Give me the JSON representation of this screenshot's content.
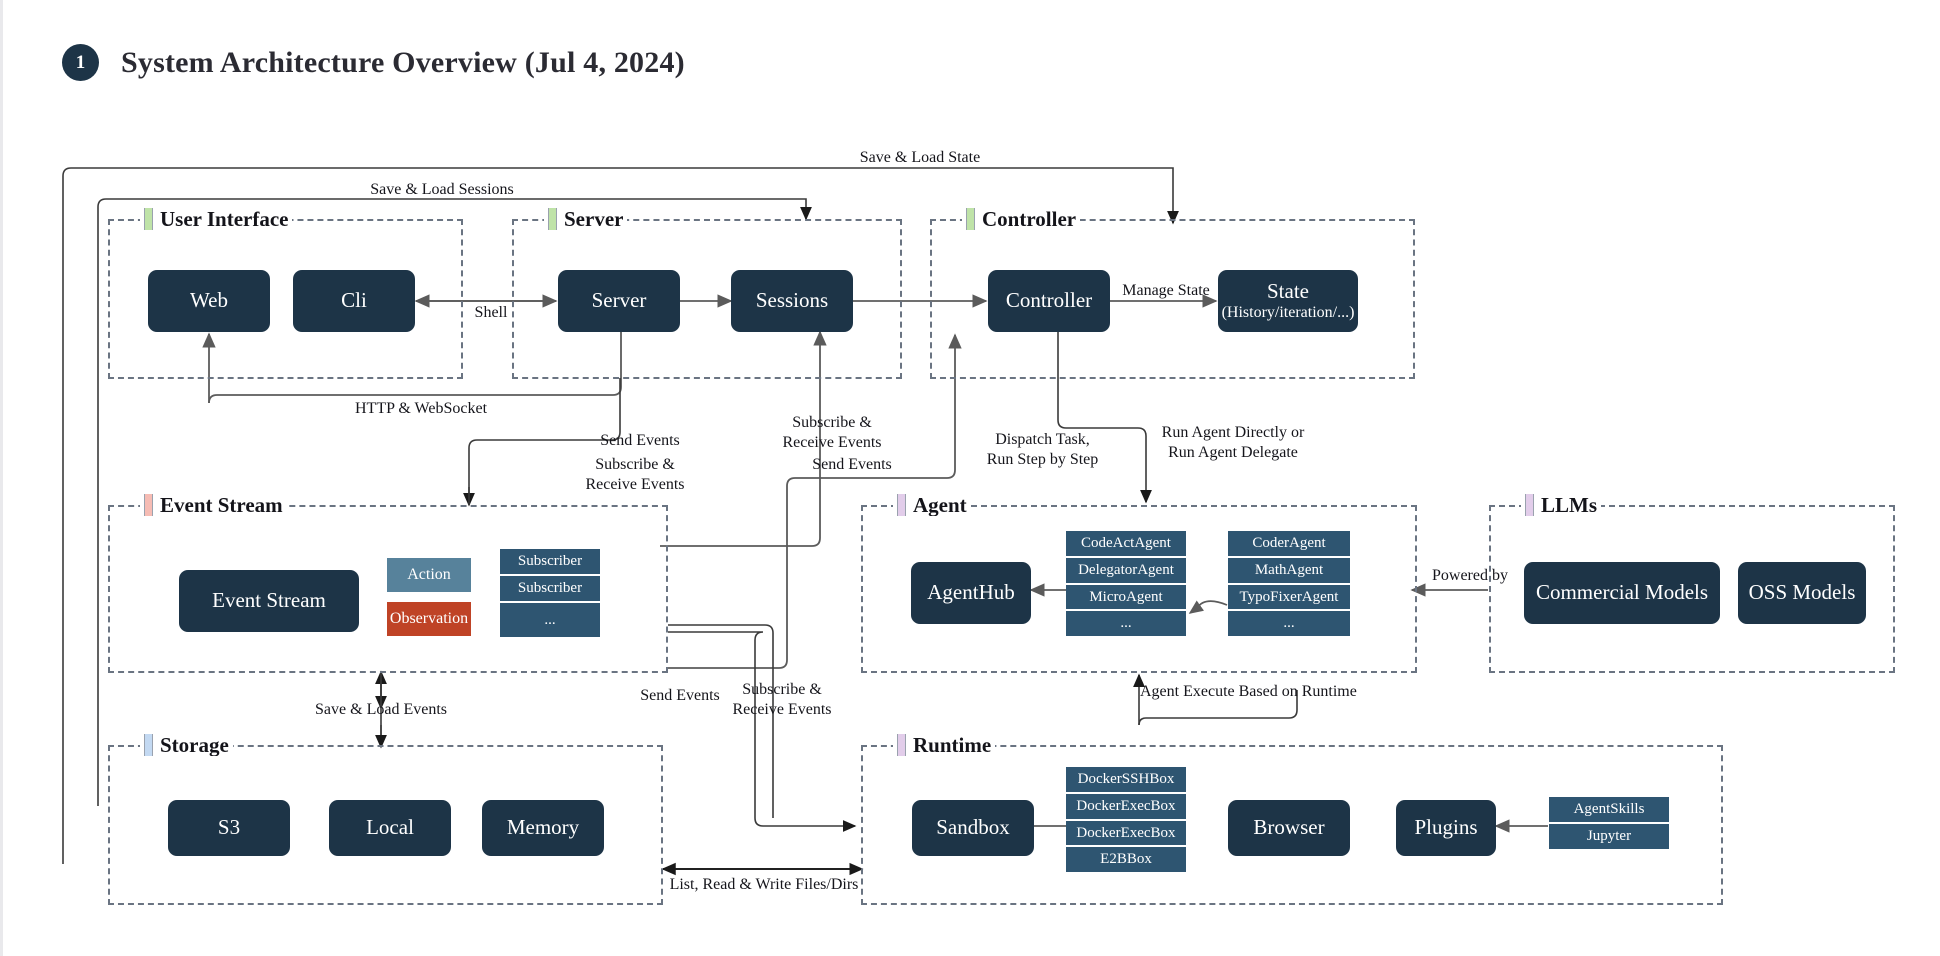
{
  "slide": {
    "number": "1",
    "title": "System Architecture Overview (Jul 4, 2024)"
  },
  "groups": {
    "user_interface": {
      "label": "User Interface",
      "tick_color": "#bfe3a8"
    },
    "server": {
      "label": "Server",
      "tick_color": "#bfe3a8"
    },
    "controller": {
      "label": "Controller",
      "tick_color": "#bfe3a8"
    },
    "event_stream": {
      "label": "Event Stream",
      "tick_color": "#f6bcb4"
    },
    "agent": {
      "label": "Agent",
      "tick_color": "#e2cdea"
    },
    "llms": {
      "label": "LLMs",
      "tick_color": "#e2cdea"
    },
    "storage": {
      "label": "Storage",
      "tick_color": "#c3d9f2"
    },
    "runtime": {
      "label": "Runtime",
      "tick_color": "#e2cdea"
    }
  },
  "nodes": {
    "web": "Web",
    "cli": "Cli",
    "server": "Server",
    "sessions": "Sessions",
    "controller": "Controller",
    "state_title": "State",
    "state_sub": "(History/iteration/...)",
    "event_stream": "Event Stream",
    "agent_hub": "AgentHub",
    "commercial_models": "Commercial Models",
    "oss_models": "OSS Models",
    "s3": "S3",
    "local": "Local",
    "memory": "Memory",
    "sandbox": "Sandbox",
    "browser": "Browser",
    "plugins": "Plugins"
  },
  "chips": {
    "action": "Action",
    "observation": "Observation"
  },
  "stacks": {
    "subscribers": [
      "Subscriber",
      "Subscriber",
      "..."
    ],
    "agents_left": [
      "CodeActAgent",
      "DelegatorAgent",
      "MicroAgent",
      "..."
    ],
    "agents_right": [
      "CoderAgent",
      "MathAgent",
      "TypoFixerAgent",
      "..."
    ],
    "sandboxes": [
      "DockerSSHBox",
      "DockerExecBox",
      "DockerExecBox",
      "E2BBox"
    ],
    "plugins": [
      "AgentSkills",
      "Jupyter"
    ]
  },
  "edge_labels": {
    "save_load_state": "Save & Load State",
    "save_load_sessions": "Save & Load Sessions",
    "shell": "Shell",
    "manage_state": "Manage State",
    "http_websocket": "HTTP & WebSocket",
    "send_events_left": "Send Events",
    "subscribe_receive_left": "Subscribe &\nReceive Events",
    "subscribe_receive_mid": "Subscribe &\nReceive Events",
    "send_events_mid": "Send Events",
    "dispatch_task": "Dispatch Task,\nRun Step by Step",
    "run_agent": "Run Agent Directly or\nRun Agent Delegate",
    "powered_by": "Powered by",
    "agent_execute": "Agent Execute Based on Runtime",
    "save_load_events": "Save & Load Events",
    "send_events_lower": "Send Events",
    "subscribe_receive_lower": "Subscribe &\nReceive Events",
    "list_read_write": "List, Read & Write Files/Dirs"
  },
  "colors": {
    "node_fill": "#1d3447",
    "stack_fill": "#2e5571",
    "action_fill": "#57829b",
    "observation_fill": "#bf4326",
    "group_border": "#6a7482",
    "wire": "#5b5b5b"
  }
}
